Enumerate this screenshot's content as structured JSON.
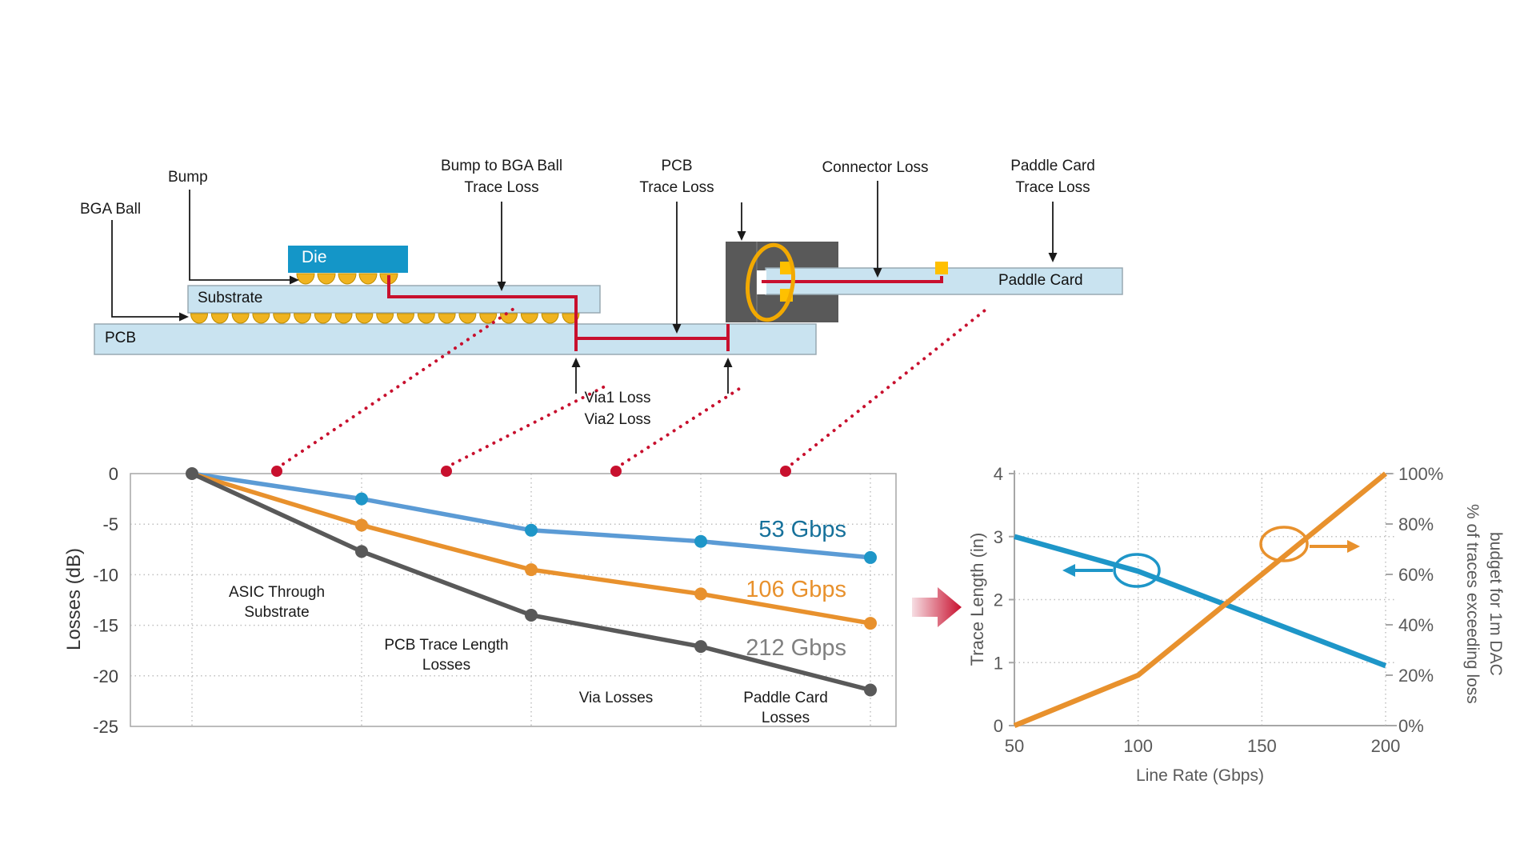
{
  "colors": {
    "crimson": "#C8102E",
    "board_fill": "#C9E3F0",
    "board_border": "#98A9B2",
    "die_blue": "#1496C8",
    "gold": "#EFB320",
    "gold_border": "#BD8E00",
    "yellow_square": "#FFC000",
    "connector_gray": "#595959",
    "grid_gray": "#BFBFBF",
    "axis_gray": "#A6A6A6",
    "tick_text": "#404040",
    "right_chart_text": "#595959"
  },
  "diagram": {
    "die": "Die",
    "substrate": "Substrate",
    "pcb": "PCB",
    "paddle_card": "Paddle Card",
    "labels": {
      "bga_ball": "BGA Ball",
      "bump": "Bump",
      "bump_to_bga_line1": "Bump to BGA Ball",
      "bump_to_bga_line2": "Trace Loss",
      "pcb_line1": "PCB",
      "pcb_line2": "Trace Loss",
      "connector": "Connector Loss",
      "paddle_line1": "Paddle Card",
      "paddle_line2": "Trace Loss",
      "via1": "Via1 Loss",
      "via2": "Via2 Loss"
    }
  },
  "chart_data": [
    {
      "type": "line",
      "ylabel": "Losses (dB)",
      "ylim": [
        -25,
        0
      ],
      "yticks": [
        0,
        -5,
        -10,
        -15,
        -20,
        -25
      ],
      "grid": true,
      "x_stages": 5,
      "series": [
        {
          "name": "53 Gbps",
          "values": [
            0,
            -2.5,
            -5.6,
            -6.7,
            -8.3
          ],
          "line_color": "#5B9BD5",
          "marker_color": "#1E96C8",
          "label_color": "#16719B"
        },
        {
          "name": "106 Gbps",
          "values": [
            0,
            -5.1,
            -9.5,
            -11.9,
            -14.8
          ],
          "line_color": "#E8912D",
          "marker_color": "#E8912D",
          "label_color": "#E8912D"
        },
        {
          "name": "212 Gbps",
          "values": [
            0,
            -7.7,
            -14.0,
            -17.1,
            -21.4
          ],
          "line_color": "#595959",
          "marker_color": "#595959",
          "label_color": "#808080"
        }
      ],
      "annotations": [
        [
          "ASIC Through",
          "Substrate"
        ],
        [
          "PCB Trace Length",
          "Losses"
        ],
        [
          "Via Losses"
        ],
        [
          "Paddle Card",
          "Losses"
        ]
      ]
    },
    {
      "type": "line",
      "xlabel": "Line Rate (Gbps)",
      "xlim": [
        50,
        200
      ],
      "xticks": [
        50,
        100,
        150,
        200
      ],
      "ylabel_left": "Trace Length (in)",
      "ylim_left": [
        0,
        4
      ],
      "yticks_left": [
        0,
        1,
        2,
        3,
        4
      ],
      "ylabel_right_line1": "% of traces exceeding loss",
      "ylabel_right_line2": "budget for 1m DAC",
      "ylim_right": [
        0,
        100
      ],
      "yticks_right": [
        "0%",
        "20%",
        "40%",
        "60%",
        "80%",
        "100%"
      ],
      "grid": true,
      "series": [
        {
          "name": "Trace Length (in)",
          "axis": "left",
          "points": [
            [
              50,
              3.0
            ],
            [
              100,
              2.45
            ],
            [
              200,
              0.95
            ]
          ],
          "color": "#1E96C8"
        },
        {
          "name": "% of traces exceeding loss budget for 1m DAC",
          "axis": "right",
          "points": [
            [
              50,
              0
            ],
            [
              100,
              20
            ],
            [
              200,
              100
            ]
          ],
          "color": "#E8912D"
        }
      ]
    }
  ]
}
